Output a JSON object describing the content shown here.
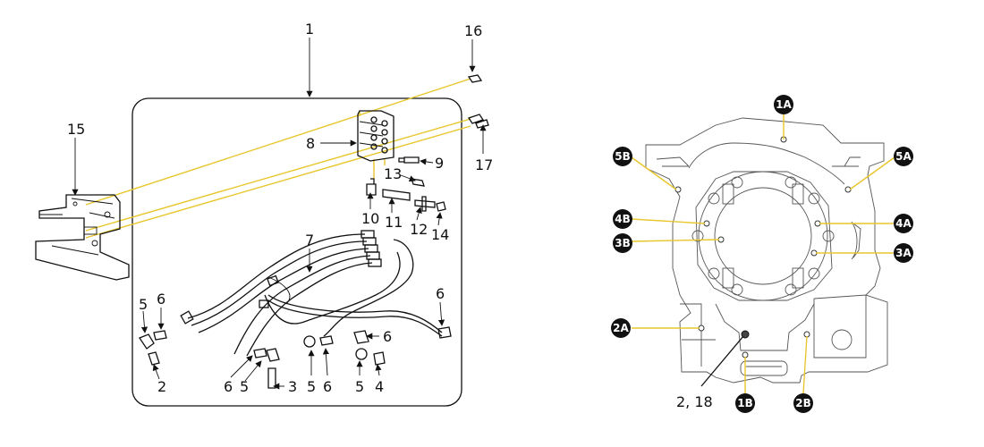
{
  "left_callouts": {
    "c1": "1",
    "c2": "2",
    "c3": "3",
    "c4": "4",
    "c5a": "5",
    "c5b": "5",
    "c5c": "5",
    "c5d": "5",
    "c6a": "6",
    "c6b": "6",
    "c6c": "6",
    "c6d": "6",
    "c6e": "6",
    "c7": "7",
    "c8": "8",
    "c9": "9",
    "c10": "10",
    "c11": "11",
    "c12": "12",
    "c13": "13",
    "c14": "14",
    "c15": "15",
    "c16": "16",
    "c17": "17"
  },
  "right_callouts": {
    "l1a": "1A",
    "l1b": "1B",
    "l2a": "2A",
    "l2b": "2B",
    "l3a": "3A",
    "l3b": "3B",
    "l4a": "4A",
    "l4b": "4B",
    "l5a": "5A",
    "l5b": "5B",
    "l218": "2, 18"
  },
  "colors": {
    "leader": "#e8c62c",
    "label_bg": "#111111"
  }
}
